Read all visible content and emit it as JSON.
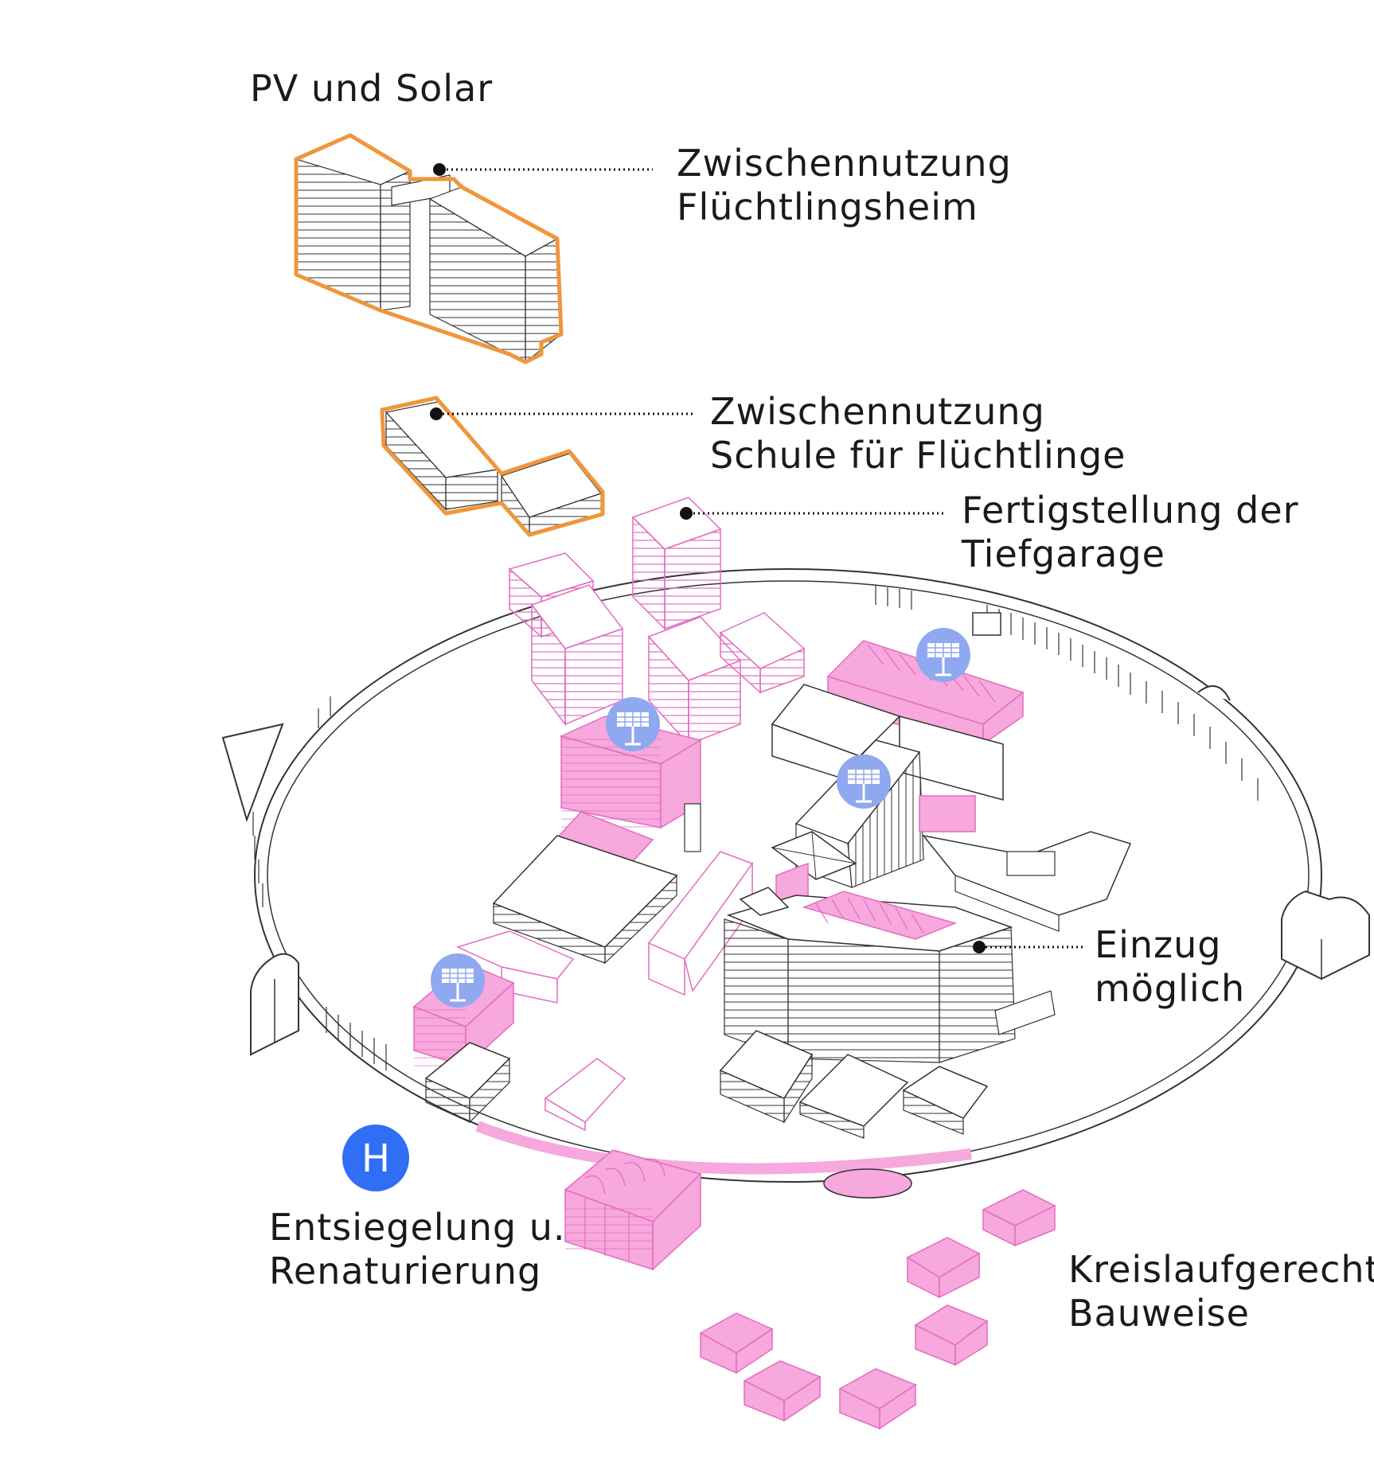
{
  "labels": {
    "pv_solar": "PV und Solar",
    "zwischennutzung_heim": [
      "Zwischennutzung",
      "Flüchtlingsheim"
    ],
    "zwischennutzung_schule": [
      "Zwischennutzung",
      "Schule für Flüchtlinge"
    ],
    "tiefgarage": [
      "Fertigstellung der",
      "Tiefgarage"
    ],
    "einzug": [
      "Einzug",
      "möglich"
    ],
    "entsiegelung": [
      "Entsiegelung u.",
      "Renaturierung"
    ],
    "kreislauf": [
      "Kreislaufgerechte",
      "Bauweise"
    ],
    "h_marker": "H"
  },
  "colors": {
    "orange": "#f0963c",
    "pink": "#f7a8dc",
    "pink_stroke": "#e36cc0",
    "blue_solar": "#8fa8f0",
    "blue_h": "#2f6ef5",
    "line": "#3a3a3a"
  },
  "icons": {
    "solar": "solar-panel-icon",
    "h": "h-marker-icon"
  }
}
